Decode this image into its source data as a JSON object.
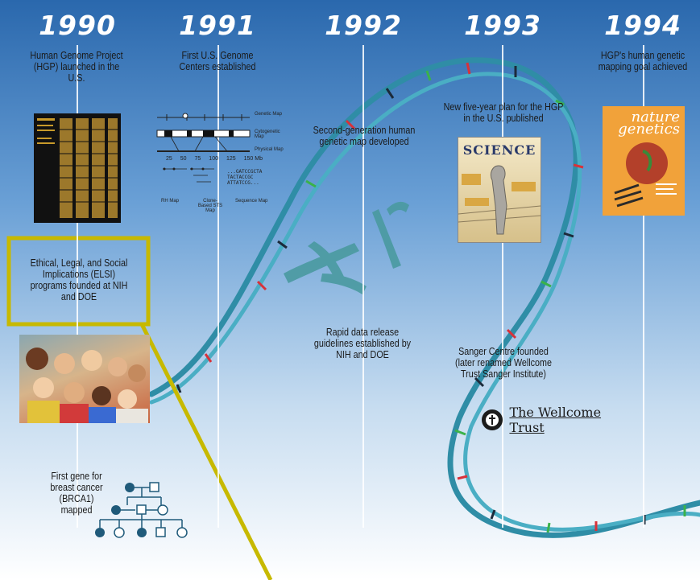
{
  "years": [
    "1990",
    "1991",
    "1992",
    "1993",
    "1994"
  ],
  "events": {
    "hgp_launch": "Human Genome Project (HGP) launched in the U.S.",
    "genome_centers": "First U.S. Genome Centers established",
    "second_gen_map": "Second-generation human genetic map developed",
    "five_year_plan": "New five-year plan for the HGP in the U.S. published",
    "mapping_goal": "HGP's human genetic mapping goal achieved",
    "elsi": "Ethical, Legal, and Social Implications (ELSI) programs founded at NIH and DOE",
    "data_release": "Rapid data release guidelines established by NIH and DOE",
    "sanger": "Sanger Centre founded (later renamed Wellcome Trust Sanger Institute)",
    "brca1": "First gene for breast cancer (BRCA1) mapped"
  },
  "map_diagram": {
    "labels": [
      "Genetic Map",
      "Cytogenetic Map",
      "Physical Map"
    ],
    "scale": [
      "25",
      "50",
      "75",
      "100",
      "125",
      "150 Mb"
    ],
    "bottom_labels": [
      "RH Map",
      "Clone-Based STS Map",
      "Sequence Map"
    ],
    "sequence": [
      "...GATCCGCTA",
      "TACTACCGC",
      "ATTATCCG..."
    ]
  },
  "science_cover_title": "SCIENCE",
  "nature_cover_title": "nature genetics",
  "wellcome_logo_text": "The Wellcome Trust",
  "colors": {
    "sky_top": "#2e6db0",
    "sky_bottom": "#ffffff",
    "highlight": "#c7b900",
    "helix": "#2a8fa8"
  }
}
